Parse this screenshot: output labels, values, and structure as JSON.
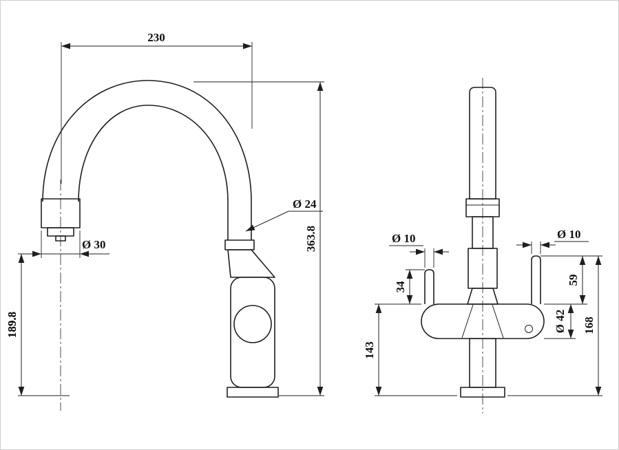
{
  "drawing": {
    "type": "faucet-technical-drawing",
    "colors": {
      "line": "#1e1e1e",
      "background": "#ffffff",
      "frame": "#cfcfcf"
    }
  },
  "left_view": {
    "dim_spout_reach": "230",
    "dim_total_height": "363.8",
    "dim_spout_outlet_height": "189.8",
    "dim_outlet_diameter": "Ø 30",
    "dim_tube_diameter": "Ø 24"
  },
  "right_view": {
    "dim_left_handle_diameter": "Ø 10",
    "dim_right_handle_diameter": "Ø 10",
    "dim_left_handle_height": "34",
    "dim_right_handle_height": "59",
    "dim_body_height": "143",
    "dim_total_handle_height": "168",
    "dim_body_diameter": "Ø 42"
  }
}
